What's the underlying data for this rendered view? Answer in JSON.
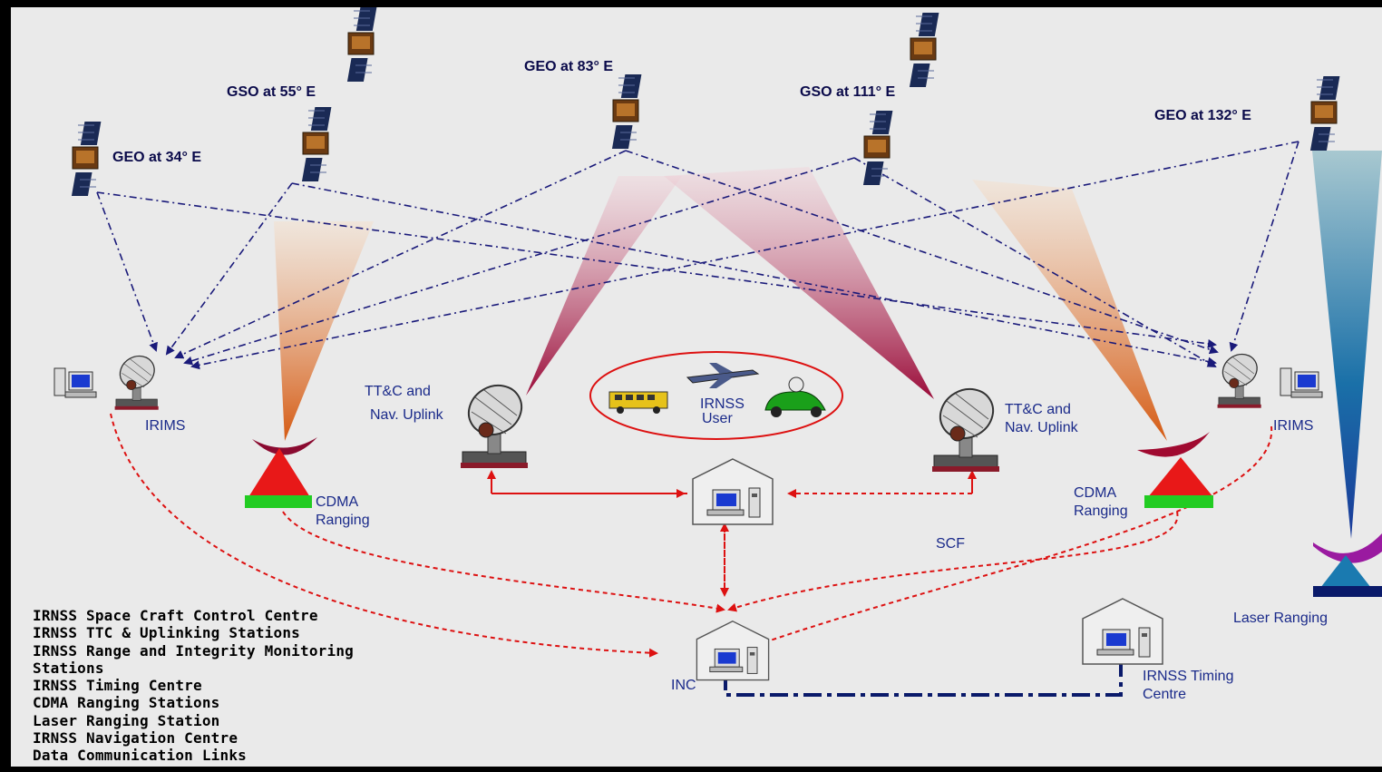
{
  "satellites": [
    {
      "id": "geo34",
      "label": "GEO at 34° E"
    },
    {
      "id": "gso55",
      "label": "GSO at 55° E"
    },
    {
      "id": "geo83",
      "label": "GEO at 83° E"
    },
    {
      "id": "gso111",
      "label": "GSO at 111° E"
    },
    {
      "id": "geo132",
      "label": "GEO at 132° E"
    }
  ],
  "stations": {
    "irims_left": "IRIMS",
    "irims_right": "IRIMS",
    "ttc_left_line1": "TT&C and",
    "ttc_left_line2": "Nav. Uplink",
    "ttc_right_line1": "TT&C and",
    "ttc_right_line2": "Nav. Uplink",
    "cdma_left_line1": "CDMA",
    "cdma_left_line2": "Ranging",
    "cdma_right_line1": "CDMA",
    "cdma_right_line2": "Ranging",
    "user_line1": "IRNSS",
    "user_line2": "User",
    "scf": "SCF",
    "inc": "INC",
    "timing_line1": "IRNSS Timing",
    "timing_line2": "Centre",
    "laser": "Laser Ranging"
  },
  "legend": [
    "IRNSS Space Craft Control Centre",
    "IRNSS TTC & Uplinking Stations",
    "IRNSS Range and Integrity Monitoring",
    "Stations",
    "IRNSS Timing Centre",
    "CDMA Ranging Stations",
    "Laser Ranging Station",
    "IRNSS Navigation Centre",
    "Data Communication Links"
  ],
  "colors": {
    "background": "#eaeaea",
    "satellite_link": "#1a1a7a",
    "data_link": "#dd1111",
    "timing_link": "#0a1a6a",
    "ttc_beam": "#9a1040",
    "cdma_beam": "#d8661a",
    "laser_beam": "#1a6aa0",
    "label": "#0a0a4a"
  }
}
